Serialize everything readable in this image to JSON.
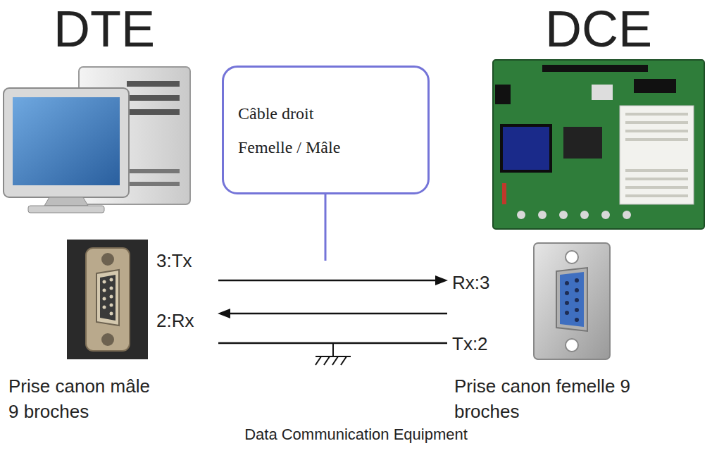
{
  "diagram": {
    "caption": "Data Communication Equipment",
    "nodes": [
      {
        "text": [
          "Câble droit Femelle / Mâle"
        ]
      }
    ],
    "labels": [
      "DTE",
      "DCE",
      "3:Tx",
      "2:Rx",
      "Rx:3",
      "Tx:2",
      "Prise canon mâle 9 broches",
      "Prise canon femelle 9 broches"
    ]
  }
}
